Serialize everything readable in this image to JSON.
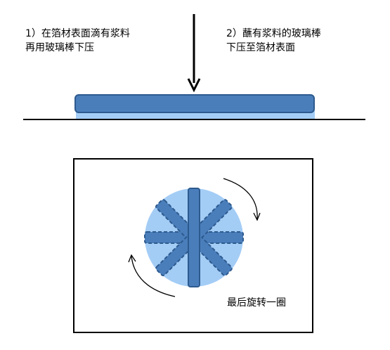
{
  "captions": {
    "step1": {
      "line1": "1）在箔材表面滴有浆料",
      "line2": "再用玻璃棒下压"
    },
    "step2": {
      "line1": "2）蘸有浆料的玻璃棒",
      "line2": "下压至箔材表面"
    },
    "final": "最后旋转一圈"
  },
  "colors": {
    "rod_fill": "#4a7ebb",
    "rod_stroke": "#2d5a8e",
    "slurry_light": "#a4cdf6",
    "line": "#000000",
    "background": "#ffffff"
  },
  "icons": {
    "press_arrow": "arrow-down-icon",
    "rotate_arrows": "curved-rotation-arrow-icon"
  }
}
